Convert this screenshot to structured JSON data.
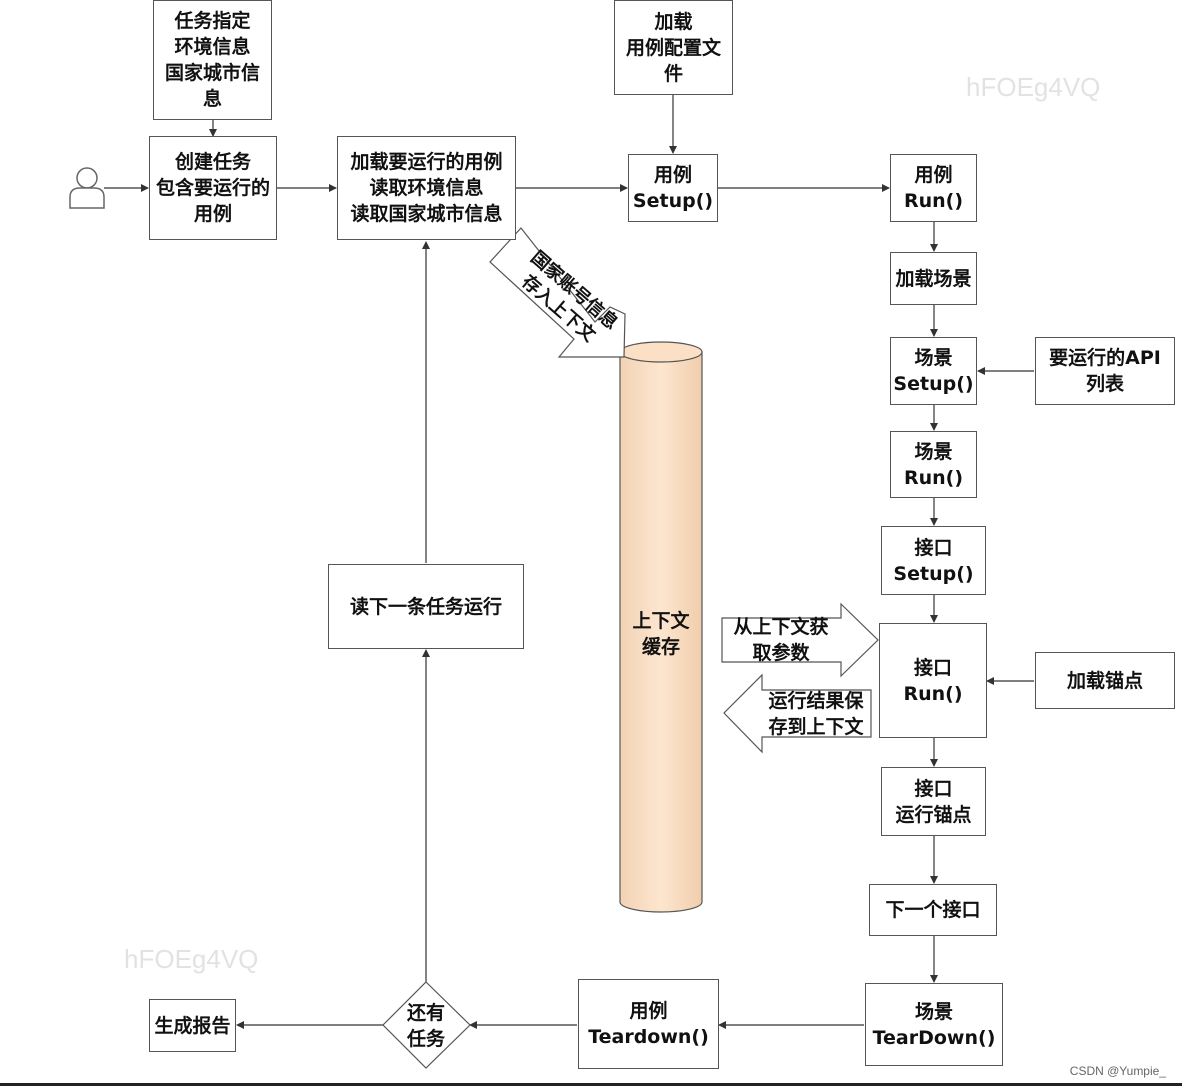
{
  "watermarks": [
    "hFOEg4VQ",
    "hFOEg4VQ"
  ],
  "footer": "CSDN @Yumpie_",
  "nodes": {
    "task_spec": [
      "任务指定",
      "环境信息",
      "国家城市信",
      "息"
    ],
    "create_task": [
      "创建任务",
      "包含要运行的",
      "用例"
    ],
    "load_cases": [
      "加载要运行的用例",
      "读取环境信息",
      "读取国家城市信息"
    ],
    "load_case_config": [
      "加载",
      "用例配置文",
      "件"
    ],
    "case_setup": [
      "用例",
      "Setup()"
    ],
    "case_run": [
      "用例",
      "Run()"
    ],
    "load_scene": [
      "加载场景"
    ],
    "scene_setup": [
      "场景",
      "Setup()"
    ],
    "api_list": [
      "要运行的API",
      "列表"
    ],
    "scene_run": [
      "场景",
      "Run()"
    ],
    "iface_setup": [
      "接口",
      "Setup()"
    ],
    "iface_run": [
      "接口",
      "Run()"
    ],
    "load_anchor": [
      "加载锚点"
    ],
    "iface_run_anchor": [
      "接口",
      "运行锚点"
    ],
    "next_iface": [
      "下一个接口"
    ],
    "scene_teardown": [
      "场景",
      "TearDown()"
    ],
    "case_teardown": [
      "用例",
      "Teardown()"
    ],
    "more_tasks": [
      "还有",
      "任务"
    ],
    "gen_report": [
      "生成报告"
    ],
    "read_next_task": [
      "读下一条任务运行"
    ]
  },
  "context_cache": [
    "上下文",
    "缓存"
  ],
  "arrow_labels": {
    "store_account": [
      "国家账号信息",
      "存入上下文"
    ],
    "fetch_params": [
      "从上下文获",
      "取参数"
    ],
    "save_results": [
      "运行结果保",
      "存到上下文"
    ]
  }
}
